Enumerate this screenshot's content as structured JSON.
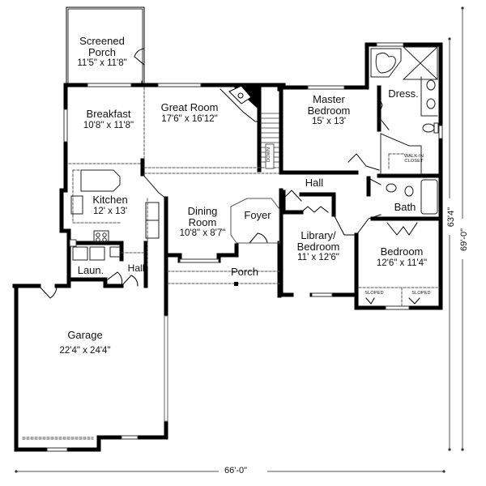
{
  "plan": {
    "rooms": [
      {
        "id": "screened-porch",
        "name": "Screened Porch",
        "name_line1": "Screened",
        "name_line2": "Porch",
        "dims": "11'5\" x 11'8\""
      },
      {
        "id": "breakfast",
        "name": "Breakfast",
        "dims": "10'8\" x 11'8\""
      },
      {
        "id": "great-room",
        "name": "Great Room",
        "dims": "17'6\" x 16'12\""
      },
      {
        "id": "master-bedroom",
        "name": "Master Bedroom",
        "name_line1": "Master",
        "name_line2": "Bedroom",
        "dims": "15' x 13'"
      },
      {
        "id": "dressing",
        "name": "Dress."
      },
      {
        "id": "walk-in-closet",
        "name_line1": "WALK-IN",
        "name_line2": "CLOSET"
      },
      {
        "id": "kitchen",
        "name": "Kitchen",
        "dims": "12' x 13'"
      },
      {
        "id": "dining-room",
        "name": "Dining Room",
        "name_line1": "Dining",
        "name_line2": "Room",
        "dims": "10'8\" x 8'7\""
      },
      {
        "id": "foyer",
        "name": "Foyer"
      },
      {
        "id": "hall-upper",
        "name": "Hall"
      },
      {
        "id": "bath",
        "name": "Bath"
      },
      {
        "id": "library-bedroom",
        "name": "Library/Bedroom",
        "name_line1": "Library/",
        "name_line2": "Bedroom",
        "dims": "11' x 12'6\""
      },
      {
        "id": "bedroom",
        "name": "Bedroom",
        "dims": "12'6\" x 11'4\""
      },
      {
        "id": "laundry",
        "name": "Laun."
      },
      {
        "id": "hall-lower",
        "name": "Hall"
      },
      {
        "id": "porch",
        "name": "Porch"
      },
      {
        "id": "garage",
        "name": "Garage",
        "dims": "22'4\" x 24'4\""
      }
    ],
    "annotations": {
      "stairs": "DOWN",
      "sloped_left": "SLOPED",
      "sloped_right": "SLOPED"
    },
    "dimensions": {
      "overall_width": "66'-0\"",
      "overall_depth": "69'-0\"",
      "main_depth": "63'4\""
    },
    "colors": {
      "wall": "#000000",
      "background": "#ffffff",
      "thin_line": "#444444"
    }
  }
}
